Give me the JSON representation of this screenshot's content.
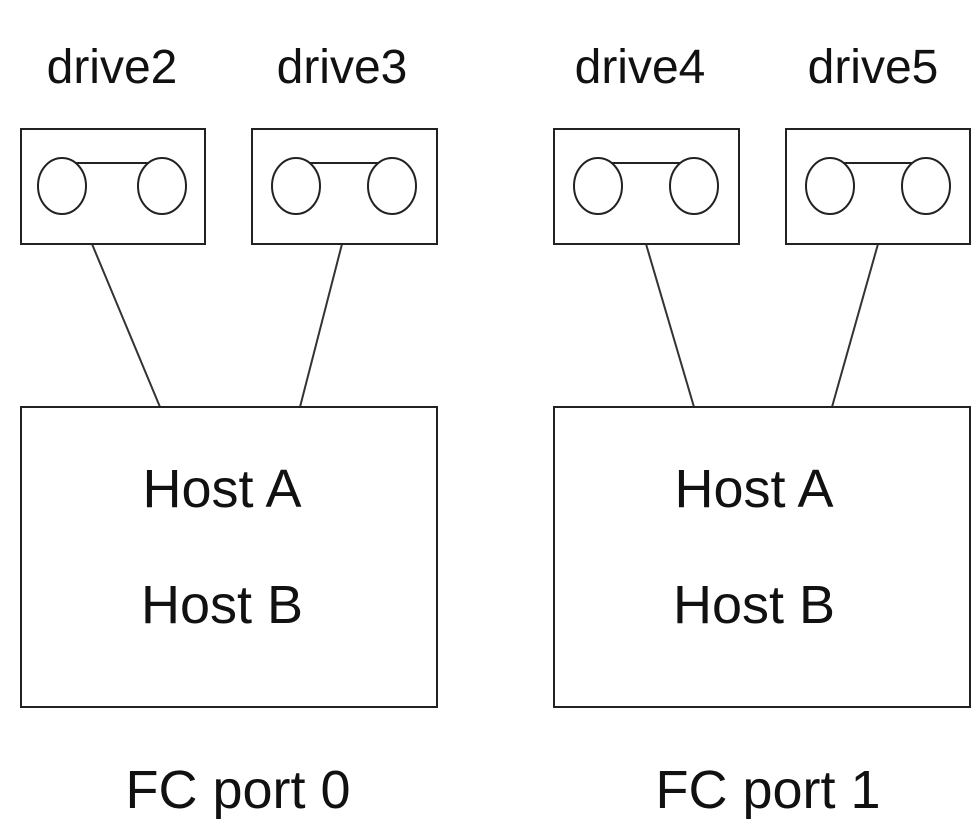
{
  "groups": [
    {
      "drives": [
        {
          "label": "drive2",
          "icon": "tape-drive-icon"
        },
        {
          "label": "drive3",
          "icon": "tape-drive-icon"
        }
      ],
      "hosts": [
        "Host A",
        "Host B"
      ],
      "port": "FC port 0"
    },
    {
      "drives": [
        {
          "label": "drive4",
          "icon": "tape-drive-icon"
        },
        {
          "label": "drive5",
          "icon": "tape-drive-icon"
        }
      ],
      "hosts": [
        "Host A",
        "Host B"
      ],
      "port": "FC port 1"
    }
  ]
}
